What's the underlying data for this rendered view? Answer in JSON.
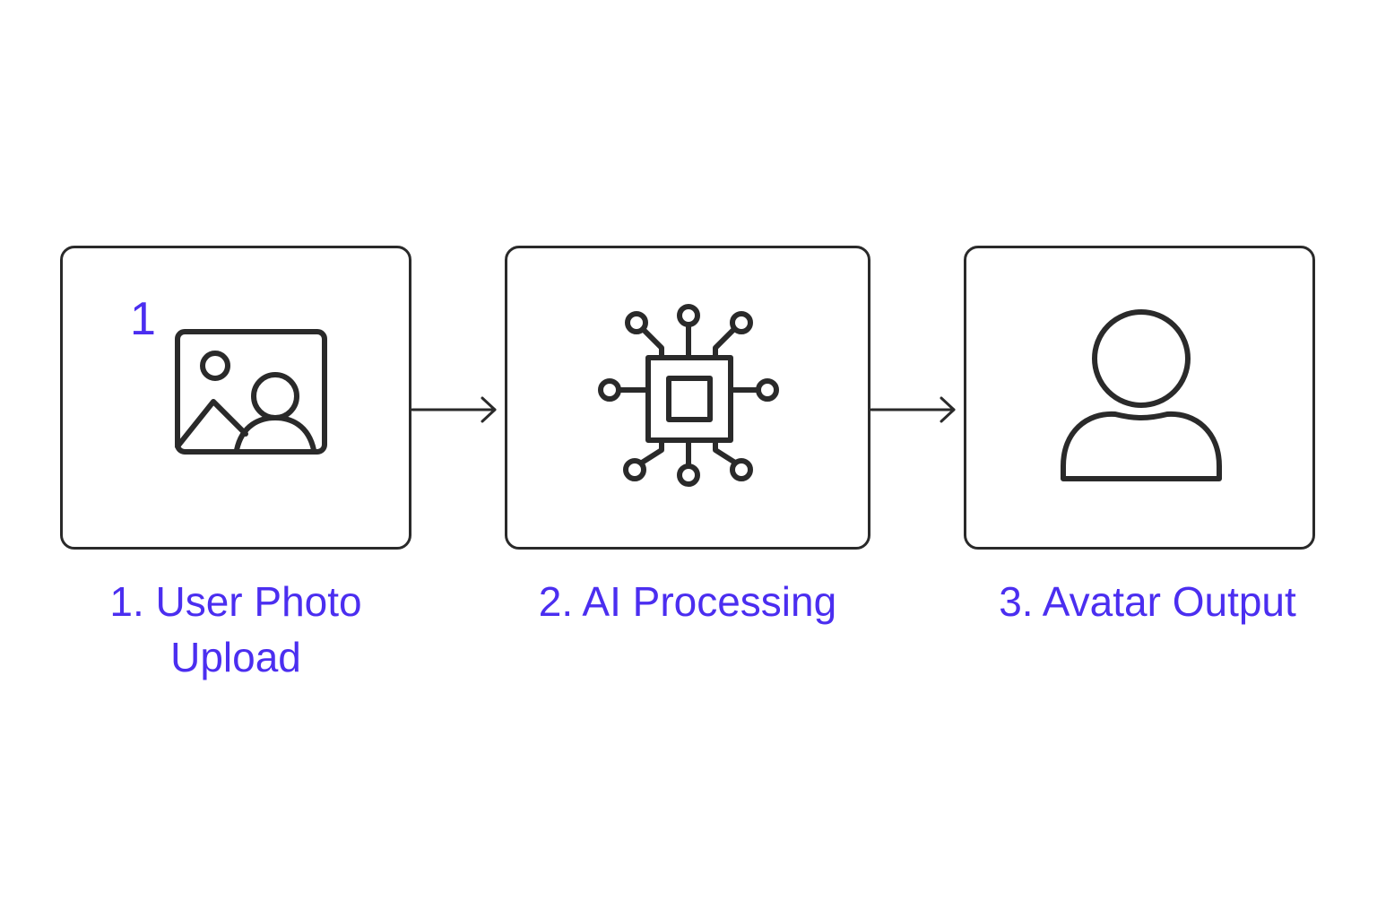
{
  "colors": {
    "accent": "#4b2ef0",
    "stroke": "#2a2a2a",
    "background": "#ffffff"
  },
  "steps": [
    {
      "badge": "1",
      "icon": "photo-icon",
      "label_line1": "1. User Photo",
      "label_line2": "Upload"
    },
    {
      "icon": "processor-chip-icon",
      "label_line1": "2. AI Processing"
    },
    {
      "icon": "user-avatar-icon",
      "label_line1": "3. Avatar Output"
    }
  ],
  "connectors": [
    "arrow-right-icon",
    "arrow-right-icon"
  ]
}
